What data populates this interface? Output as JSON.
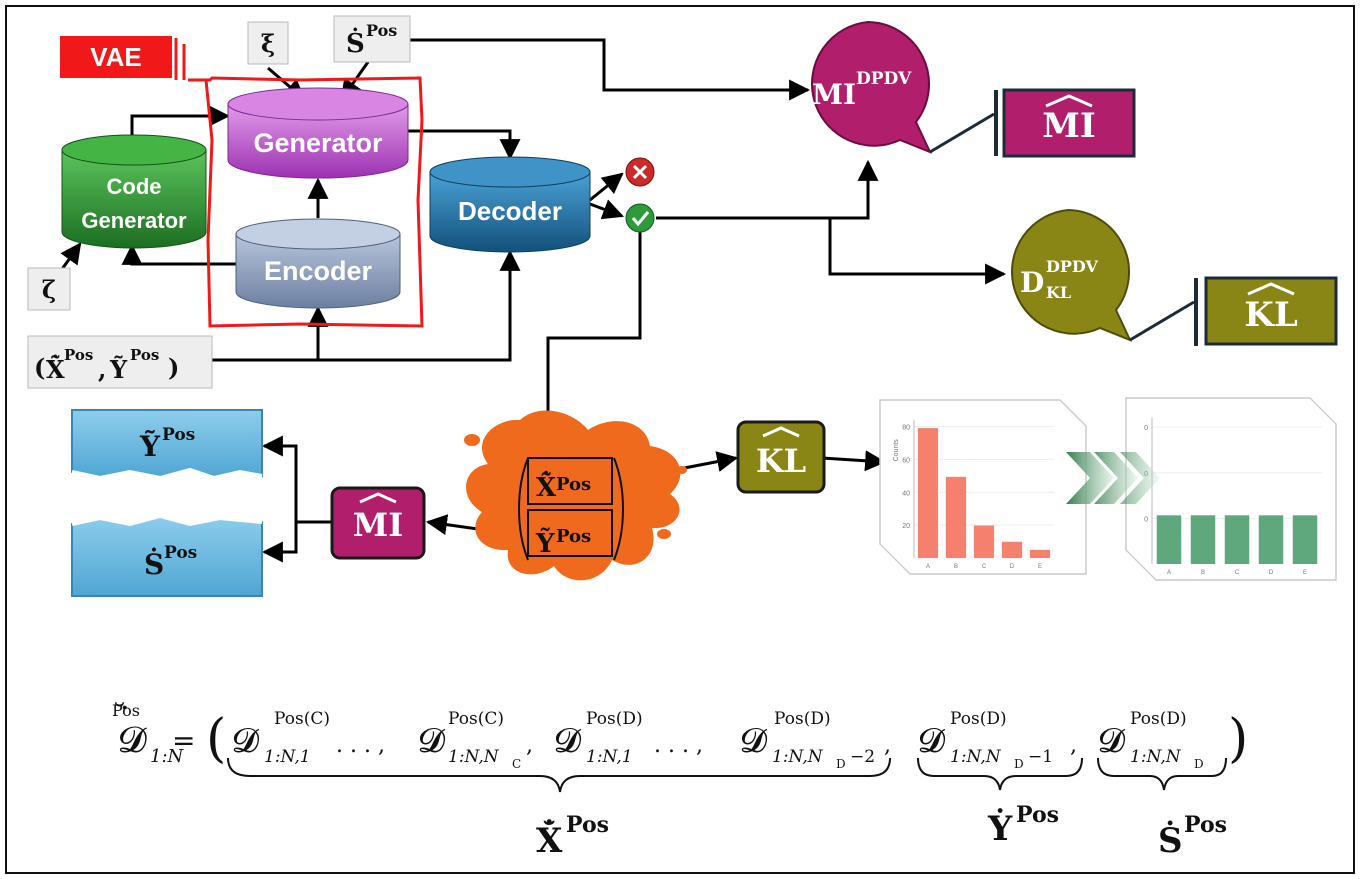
{
  "vae": {
    "label": "VAE"
  },
  "inputs": {
    "xi": "ξ",
    "s_pos": "Ṡ",
    "zeta": "ζ",
    "xy_pos_1": "X̃̇",
    "xy_pos_2": "Ỹ",
    "pos": "Pos",
    "lparen": "(",
    "comma": ",",
    "rparen": ")"
  },
  "blocks": {
    "generator": "Generator",
    "encoder": "Encoder",
    "code_generator_1": "Code",
    "code_generator_2": "Generator",
    "decoder": "Decoder"
  },
  "metrics": {
    "mi_bubble": "MI",
    "mi_bubble_sup": "DPDV",
    "kl_bubble": "D",
    "kl_bubble_sub": "KL",
    "kl_bubble_sup": "DPDV",
    "mi_hat": "MI",
    "kl_hat": "KL"
  },
  "split": {
    "top": "Ỹ",
    "bottom": "Ṡ",
    "pos": "Pos"
  },
  "splash": {
    "x": "X̃̇",
    "y": "Ỹ",
    "pos": "Pos"
  },
  "chart_before": {
    "type": "bar",
    "categories": [
      "A",
      "B",
      "C",
      "D",
      "E"
    ],
    "values": [
      80,
      50,
      20,
      10,
      5
    ],
    "ylabel": "Counts",
    "yticks": [
      "20",
      "40",
      "60",
      "80"
    ],
    "ylim": [
      0,
      85
    ],
    "color": "#f4806d"
  },
  "chart_after": {
    "type": "bar",
    "categories": [
      "A",
      "B",
      "C",
      "D",
      "E"
    ],
    "values": [
      1,
      1,
      1,
      1,
      1
    ],
    "yticks": [
      "0",
      "0",
      "0"
    ],
    "ylim": [
      0,
      3
    ],
    "color": "#5fa77c"
  },
  "equation": {
    "lhs": "𝓓",
    "lhs_sup": "Pos",
    "lhs_sub": "1:N",
    "eq": "=",
    "terms": [
      {
        "base": "𝓓",
        "sup": "Pos(C)",
        "sub": "1:N,1"
      },
      {
        "base": "𝓓",
        "sup": "Pos(C)",
        "sub": "1:N,N"
      },
      {
        "base": "𝓓",
        "sup": "Pos(D)",
        "sub": "1:N,1"
      },
      {
        "base": "𝓓",
        "sup": "Pos(D)",
        "sub": "1:N,N"
      },
      {
        "base": "𝓓",
        "sup": "Pos(D)",
        "sub": "1:N,N"
      },
      {
        "base": "𝓓",
        "sup": "Pos(D)",
        "sub": "1:N,N"
      }
    ],
    "sub_c": "C",
    "sub_d": "D",
    "minus2": "−2",
    "minus1": "−1",
    "dots": ". . . ,",
    "comma": ",",
    "groups": {
      "x": "X̆̇",
      "y": "Ẏ",
      "s": "Ṡ",
      "pos": "Pos"
    }
  },
  "colors": {
    "vae_red": "#f01818",
    "generator": "#b44ec4",
    "encoder": "#8394b4",
    "code_generator": "#2a8a33",
    "decoder": "#1e6fa0",
    "mi": "#b01e6c",
    "kl": "#8a8616",
    "splash": "#ef6a1c",
    "ice": "#68b8de"
  }
}
